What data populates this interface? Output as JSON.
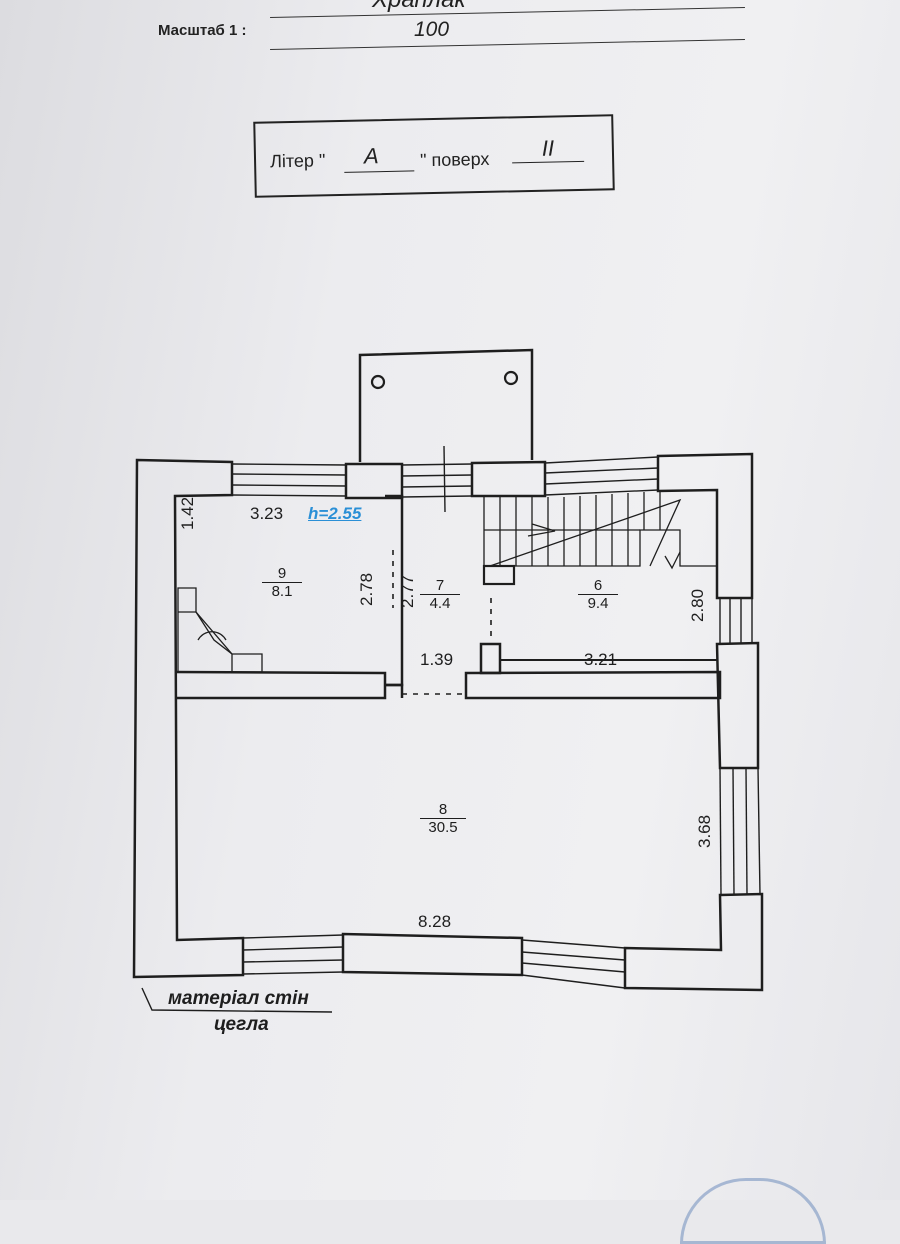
{
  "header": {
    "scale_label": "Масштаб 1 :",
    "scale_value": "100",
    "owner_partial": "Храплак"
  },
  "liter_box": {
    "liter_label": "Літер \"",
    "liter_value": "А",
    "floor_label": "\" поверх",
    "floor_value": "II"
  },
  "plan": {
    "height_note": "h=2.55",
    "dims": {
      "d_3_23": "3.23",
      "d_1_42": "1.42",
      "d_2_78": "2.78",
      "d_2_77": "2.77",
      "d_2_80": "2.80",
      "d_1_39": "1.39",
      "d_3_21": "3.21",
      "d_3_68": "3.68",
      "d_8_28": "8.28"
    },
    "rooms": [
      {
        "num": "9",
        "area": "8.1"
      },
      {
        "num": "7",
        "area": "4.4"
      },
      {
        "num": "6",
        "area": "9.4"
      },
      {
        "num": "8",
        "area": "30.5"
      }
    ]
  },
  "footer": {
    "wall_material_label": "матеріал стін",
    "wall_material_value": "цегла"
  },
  "colors": {
    "ink": "#1e1e1e",
    "highlight": "#2a8fd6"
  }
}
